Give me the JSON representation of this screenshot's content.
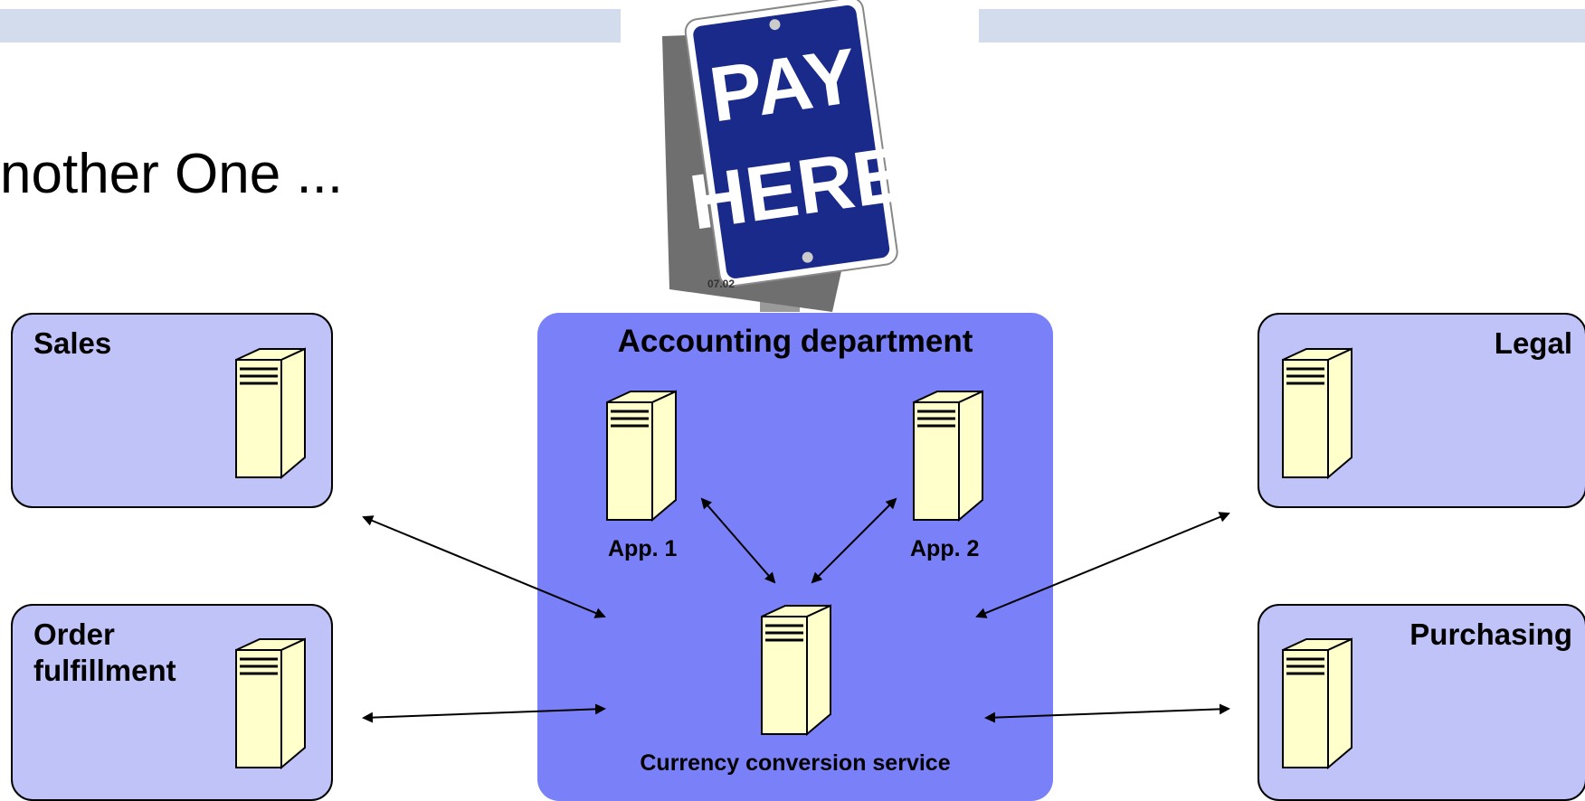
{
  "slide": {
    "title": "nother One ..."
  },
  "sign": {
    "line1": "PAY",
    "line2": "HERE",
    "tag": "07.02"
  },
  "departments": {
    "sales": "Sales",
    "order_fulfillment": {
      "line1": "Order",
      "line2": "fulfillment"
    },
    "legal": "Legal",
    "purchasing": "Purchasing"
  },
  "accounting": {
    "title": "Accounting department",
    "app1": "App. 1",
    "app2": "App. 2",
    "service": "Currency conversion service"
  },
  "colors": {
    "department_fill": "#c0c3f8",
    "accounting_fill": "#7a80f8",
    "server_fill": "#ffffcc",
    "header_bar": "#d3dcec",
    "sign_blue": "#1a2a8a"
  }
}
